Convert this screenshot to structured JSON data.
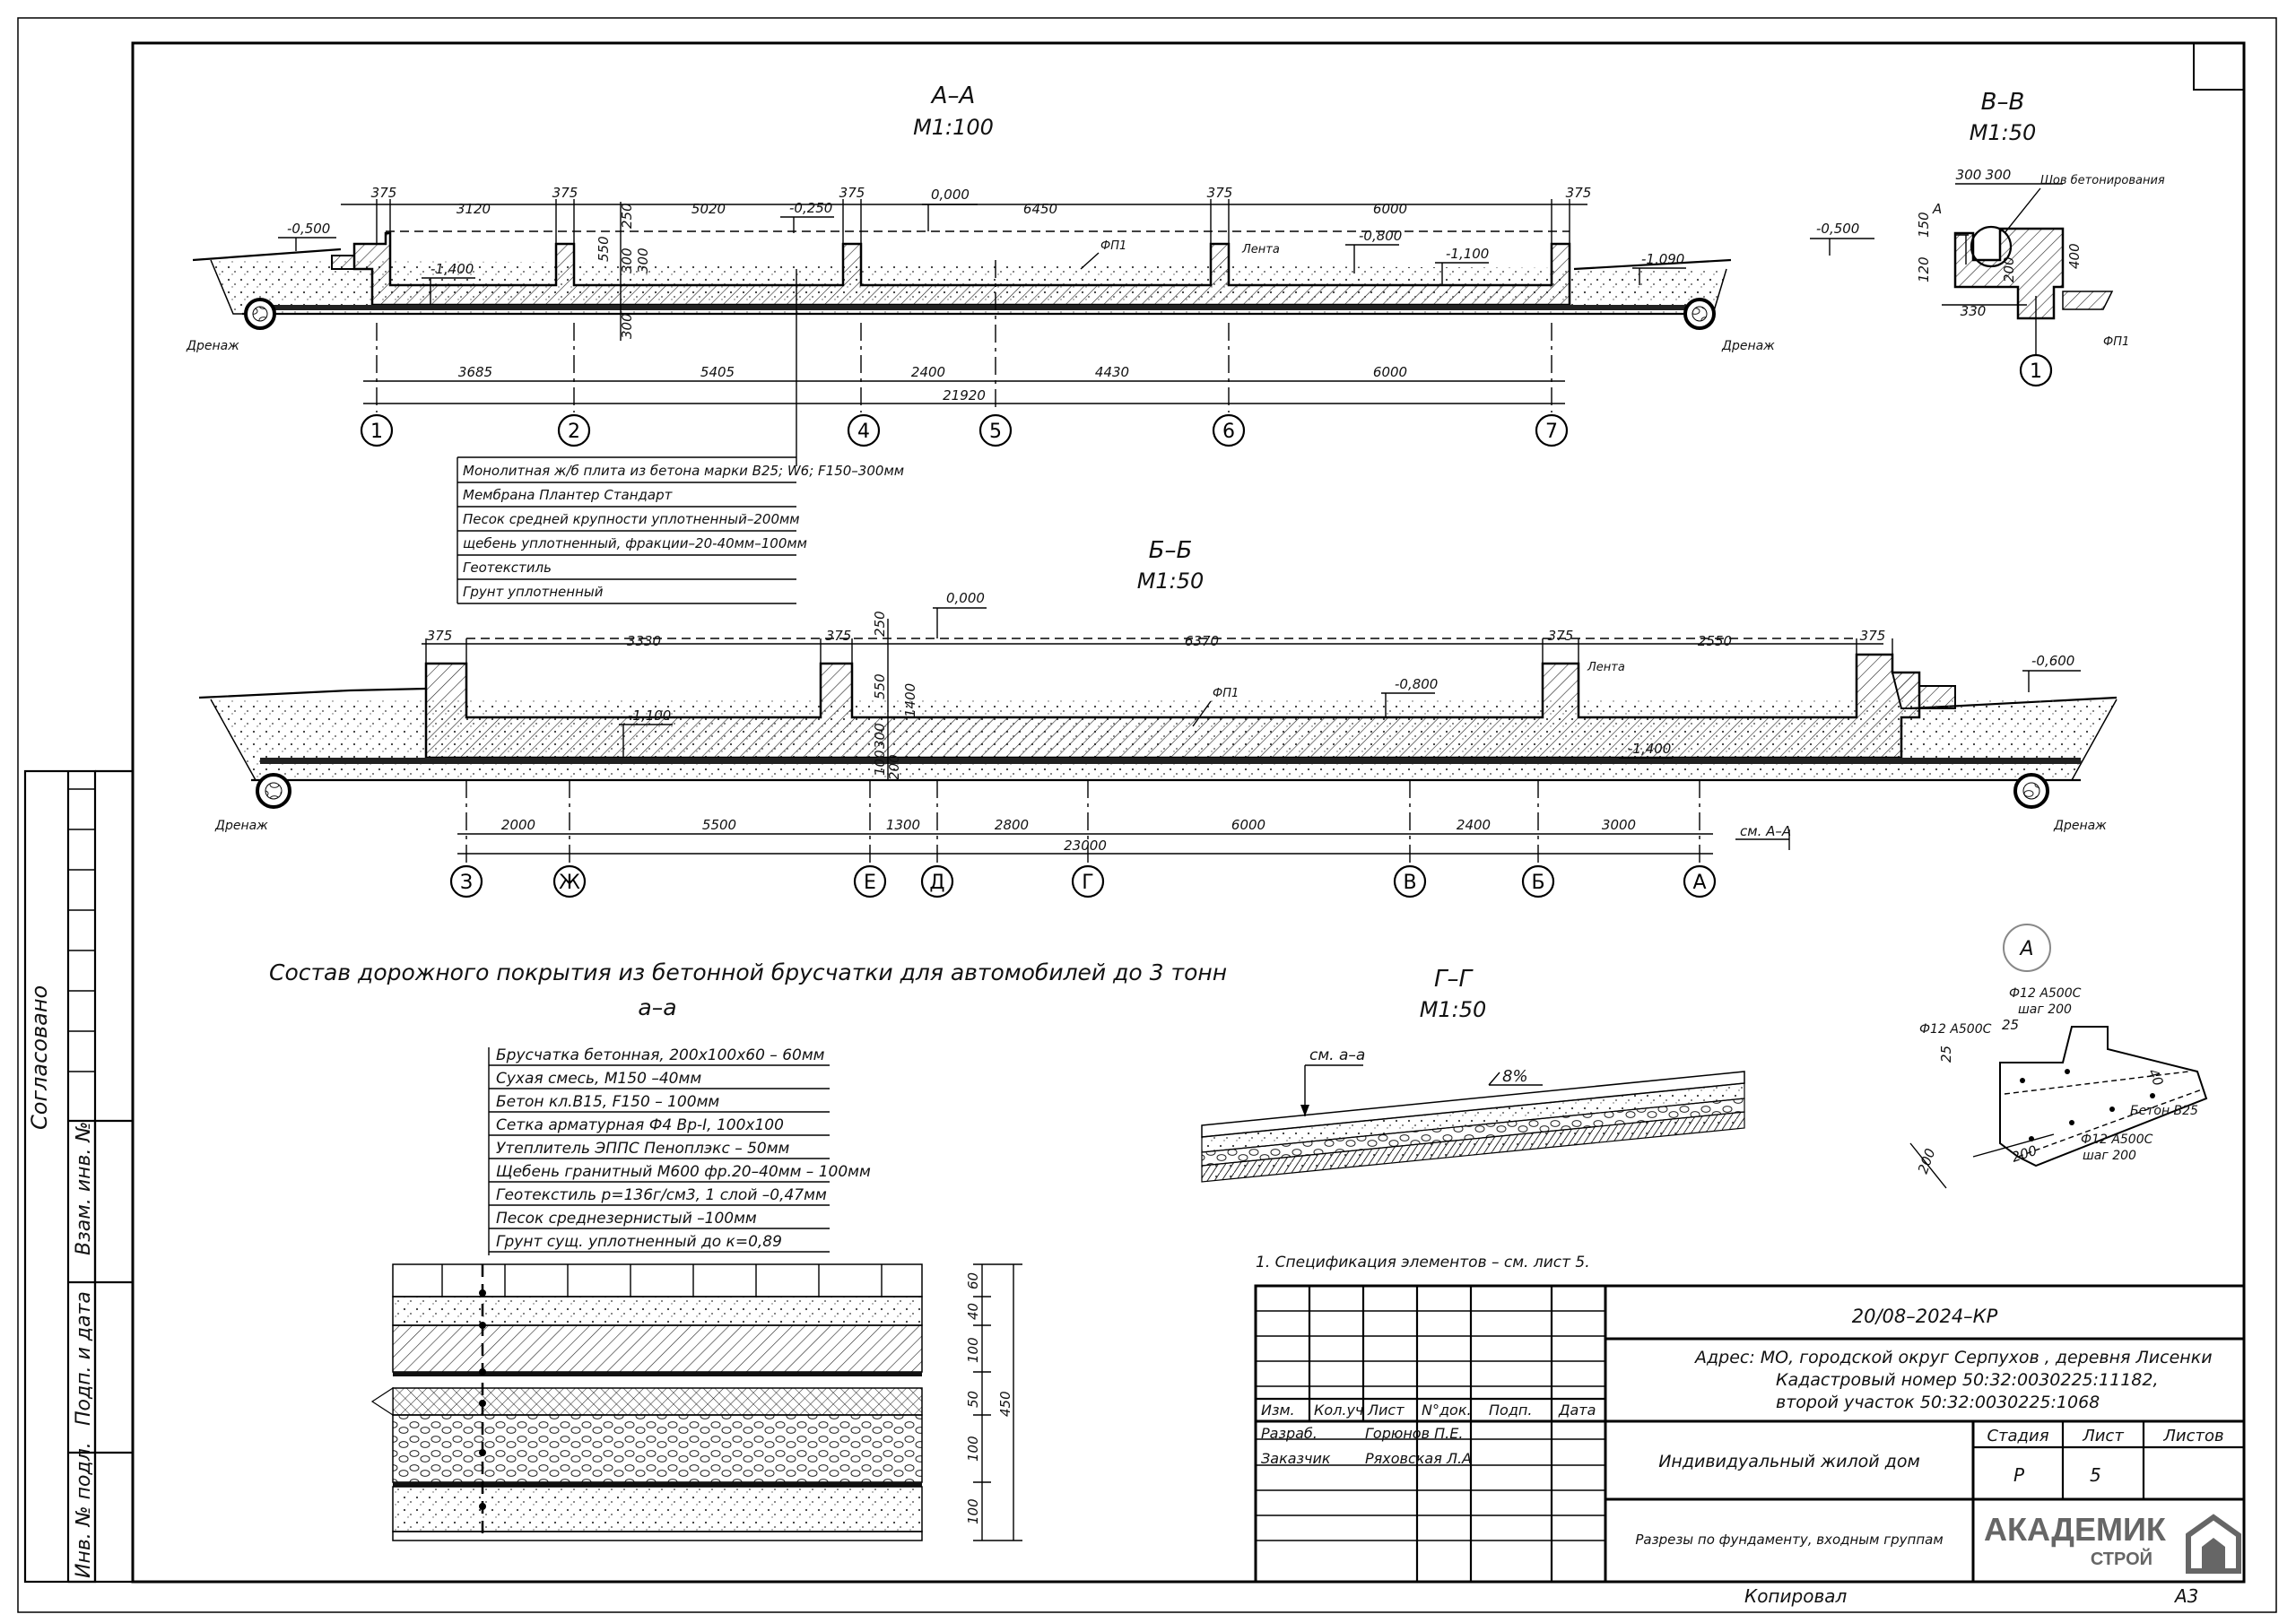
{
  "sections": {
    "aa": {
      "title": "А–А",
      "scale": "М1:100",
      "top_dims": [
        "375",
        "3120",
        "375",
        "5020",
        "375",
        "6450",
        "375",
        "6000",
        "375"
      ],
      "levels": [
        "-0,500",
        "-1,400",
        "-0,250",
        "0,000",
        "-0,800",
        "-1,100",
        "-1,090"
      ],
      "vert_dims": [
        "250",
        "550",
        "300",
        "300",
        "300"
      ],
      "labels": {
        "fp1": "ФП1",
        "lenta": "Лента",
        "drain_left": "Дренаж",
        "drain_right": "Дренаж"
      },
      "bottom_dims": [
        "3685",
        "5405",
        "2400",
        "4430",
        "6000"
      ],
      "total": "21920",
      "axes": [
        "1",
        "2",
        "4",
        "5",
        "6",
        "7"
      ]
    },
    "bb": {
      "title": "Б–Б",
      "scale": "М1:50",
      "top_dims": [
        "375",
        "3330",
        "375",
        "6370",
        "375",
        "2550",
        "375"
      ],
      "levels": [
        "0,000",
        "-0,800",
        "-1,100",
        "-1,400",
        "-0,600"
      ],
      "vert_dims": [
        "250",
        "550",
        "1400",
        "300",
        "100",
        "200"
      ],
      "labels": {
        "fp1": "ФП1",
        "lenta": "Лента",
        "drain_left": "Дренаж",
        "drain_right": "Дренаж",
        "ref": "см. А–А"
      },
      "bottom_dims": [
        "2000",
        "5500",
        "1300",
        "2800",
        "6000",
        "2400",
        "3000"
      ],
      "total": "23000",
      "axes": [
        "З",
        "Ж",
        "Е",
        "Д",
        "Г",
        "В",
        "Б",
        "А"
      ]
    },
    "vv": {
      "title": "В–В",
      "scale": "М1:50",
      "dims": [
        "300",
        "300",
        "150",
        "120",
        "400",
        "200",
        "330"
      ],
      "level": "-0,500",
      "note": "Шов бетонирования",
      "node": "A",
      "fp1": "ФП1",
      "axis": "1"
    },
    "gg": {
      "title": "Г–Г",
      "scale": "М1:50",
      "ref": "см. а–а",
      "slope": "8%"
    },
    "node_a": {
      "label": "A",
      "rebar_top": "Ф12 А500С",
      "step_top": "шаг 200",
      "rebar_top2": "Ф12 А500С",
      "concrete": "Бетон В25",
      "rebar_bottom": "Ф12 А500С",
      "step_bottom": "шаг 200",
      "dims": [
        "25",
        "25",
        "40",
        "200",
        "200"
      ]
    }
  },
  "layers_aa": [
    "Монолитная ж/б плита из бетона марки В25; W6; F150–300мм",
    "Мембрана Плантер Стандарт",
    "Песок средней крупности уплотненный–200мм",
    "щебень уплотненный, фракции–20-40мм–100мм",
    "Геотекстиль",
    "Грунт уплотненный"
  ],
  "road": {
    "title": "Состав дорожного покрытия из бетонной брусчатки для автомобилей до 3 тонн",
    "sub": "а–а",
    "layers": [
      "Брусчатка бетонная, 200х100х60 – 60мм",
      "Сухая смесь, М150 –40мм",
      "Бетон кл.В15, F150 – 100мм",
      "Сетка арматурная Ф4 Вр-I, 100х100",
      "Утеплитель ЭППС Пеноплэкс – 50мм",
      "Щебень гранитный М600 фр.20–40мм – 100мм",
      "Геотекстиль р=136г/см3, 1 слой –0,47мм",
      "Песок среднезернистый –100мм",
      "Грунт сущ. уплотненный до к=0,89"
    ],
    "dims": [
      "60",
      "40",
      "100",
      "50",
      "100",
      "100"
    ],
    "total": "450"
  },
  "note": "1. Спецификация элементов – см. лист 5.",
  "left_stamp": [
    "Согласовано",
    "Взам. инв. №",
    "Подп. и дата",
    "Инв. № подл."
  ],
  "title_block": {
    "code": "20/08–2024–КР",
    "address": [
      "Адрес: МО, городской округ Серпухов , деревня Лисенки",
      "Кадастровый номер 50:32:0030225:11182,",
      "второй участок 50:32:0030225:1068"
    ],
    "headers": [
      "Изм.",
      "Кол.уч",
      "Лист",
      "N°док.",
      "Подп.",
      "Дата"
    ],
    "roles": [
      {
        "role": "Разраб.",
        "name": "Горюнов П.Е."
      },
      {
        "role": "Заказчик",
        "name": "Ряховская Л.А"
      }
    ],
    "object": "Индивидуальный жилой дом",
    "sheet_title": "Разрезы по фундаменту, входным группам",
    "stage_h": "Стадия",
    "sheet_h": "Лист",
    "sheets_h": "Листов",
    "stage": "Р",
    "sheet": "5",
    "sheets": "",
    "logo_main": "АКАДЕМИК",
    "logo_sub": "СТРОЙ"
  },
  "footer": {
    "copied": "Копировал",
    "format": "А3"
  }
}
